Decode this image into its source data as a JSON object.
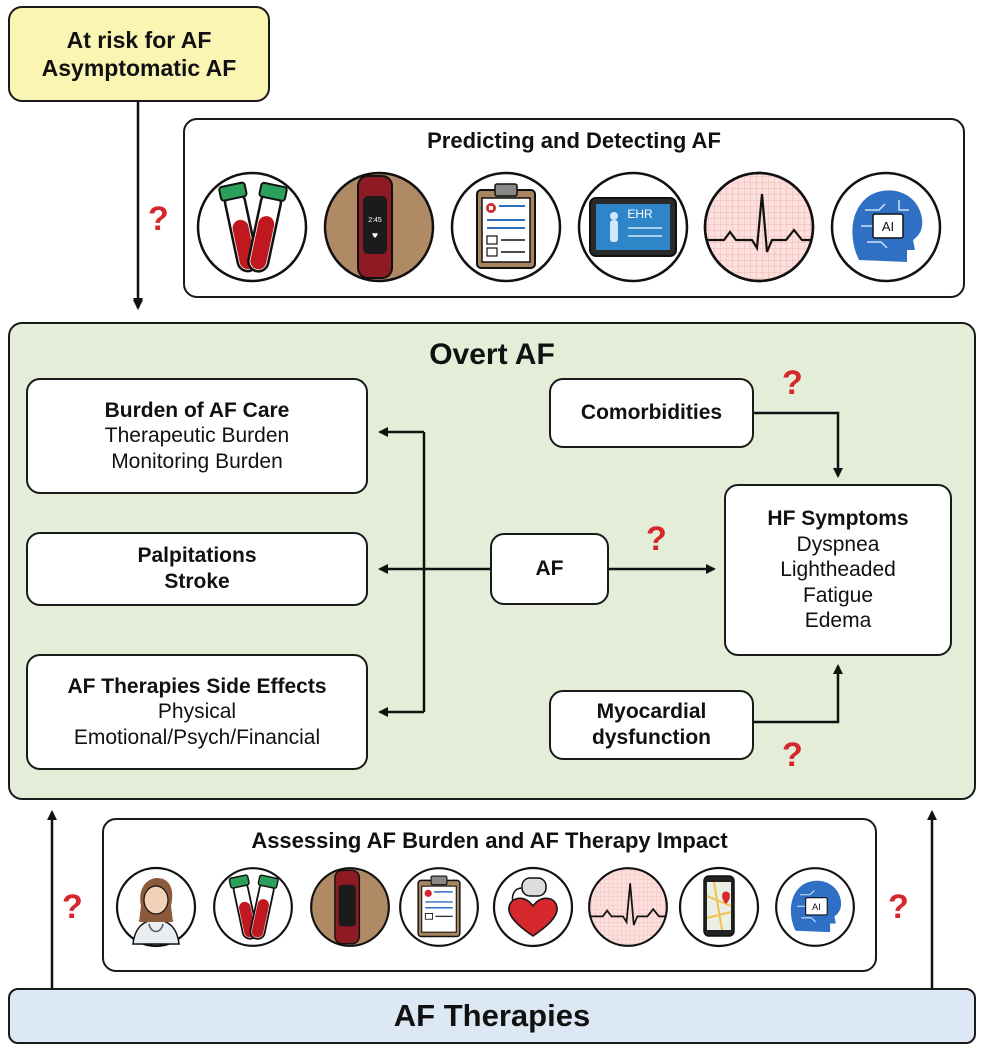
{
  "at_risk": {
    "line1": "At risk for AF",
    "line2": "Asymptomatic AF"
  },
  "predict": {
    "title": "Predicting and Detecting AF",
    "icons": [
      "blood-tubes-icon",
      "wearable-band-icon",
      "clipboard-icon",
      "ehr-tablet-icon",
      "ecg-icon",
      "ai-head-icon"
    ],
    "ehr_label": "EHR",
    "ai_label": "AI",
    "band_time": "2:45"
  },
  "overt": {
    "title": "Overt AF"
  },
  "burden_care": {
    "title": "Burden of AF Care",
    "line1": "Therapeutic Burden",
    "line2": "Monitoring Burden"
  },
  "palpitations": {
    "line1": "Palpitations",
    "line2": "Stroke"
  },
  "side_effects": {
    "title": "AF Therapies Side Effects",
    "line1": "Physical",
    "line2": "Emotional/Psych/Financial"
  },
  "af": {
    "label": "AF"
  },
  "comorbidities": {
    "label": "Comorbidities"
  },
  "hf": {
    "title": "HF Symptoms",
    "items": [
      "Dyspnea",
      "Lightheaded",
      "Fatigue",
      "Edema"
    ]
  },
  "myocardial": {
    "line1": "Myocardial",
    "line2": "dysfunction"
  },
  "assess": {
    "title": "Assessing AF Burden and AF Therapy Impact",
    "icons": [
      "doctor-icon",
      "blood-tubes-icon",
      "wearable-band-icon",
      "clipboard-icon",
      "pacemaker-heart-icon",
      "ecg-icon",
      "phone-map-icon",
      "ai-head-icon"
    ],
    "ai_label": "AI"
  },
  "therapies": {
    "label": "AF Therapies"
  },
  "unknown_mark": "?",
  "colors": {
    "yellow": "#fbf5b4",
    "green": "#e3edd8",
    "blue": "#dce8f4",
    "red": "#d4282c",
    "blood": "#c0181e",
    "skin": "#b08a64",
    "band": "#8e1a24",
    "ecg_bg": "#fbe0dd",
    "ai_blue": "#2f6fc4"
  }
}
